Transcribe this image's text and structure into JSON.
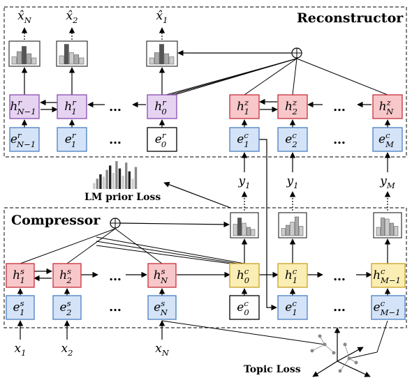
{
  "colors": {
    "hidden_purple_fill": "#e6d3f2",
    "hidden_purple_stroke": "#8a4cb0",
    "hidden_red_fill": "#f8c7c9",
    "hidden_red_stroke": "#c5303a",
    "hidden_yellow_fill": "#fbeeb5",
    "hidden_yellow_stroke": "#c9a227",
    "embed_blue_fill": "#d4e3f7",
    "embed_blue_stroke": "#4a7fc2",
    "line": "#000000",
    "dash_box": "#333333"
  },
  "labels": {
    "reconstructor": "Reconstructor",
    "compressor": "Compressor",
    "lm_prior_loss": "LM prior Loss",
    "topic_loss": "Topic Loss",
    "ellipsis": "…"
  },
  "reconstructor": {
    "outputs": [
      {
        "base": "x̂",
        "sub": "N"
      },
      {
        "base": "x̂",
        "sub": "2"
      },
      {
        "base": "x̂",
        "sub": "1"
      }
    ],
    "hidden_r": [
      {
        "base": "h",
        "sup": "r",
        "sub": "N−1"
      },
      {
        "base": "h",
        "sup": "r",
        "sub": "1"
      },
      {
        "base": "h",
        "sup": "r",
        "sub": "0"
      }
    ],
    "hidden_z": [
      {
        "base": "h",
        "sup": "z",
        "sub": "1"
      },
      {
        "base": "h",
        "sup": "z",
        "sub": "2"
      },
      {
        "base": "h",
        "sup": "z",
        "sub": "N"
      }
    ],
    "embed_r": [
      {
        "base": "e",
        "sup": "r",
        "sub": "N−1"
      },
      {
        "base": "e",
        "sup": "r",
        "sub": "1"
      },
      {
        "base": "e",
        "sup": "r",
        "sub": "0"
      }
    ],
    "embed_c": [
      {
        "base": "e",
        "sup": "c",
        "sub": "1"
      },
      {
        "base": "e",
        "sup": "c",
        "sub": "2"
      },
      {
        "base": "e",
        "sup": "c",
        "sub": "M"
      }
    ]
  },
  "summary": {
    "y": [
      {
        "base": "y",
        "sub": "1"
      },
      {
        "base": "y",
        "sub": "1"
      },
      {
        "base": "y",
        "sub": "M"
      }
    ]
  },
  "compressor": {
    "hidden_s": [
      {
        "base": "h",
        "sup": "s",
        "sub": "1"
      },
      {
        "base": "h",
        "sup": "s",
        "sub": "2"
      },
      {
        "base": "h",
        "sup": "s",
        "sub": "N"
      }
    ],
    "hidden_c": [
      {
        "base": "h",
        "sup": "c",
        "sub": "0"
      },
      {
        "base": "h",
        "sup": "c",
        "sub": "1"
      },
      {
        "base": "h",
        "sup": "c",
        "sub": "M−1"
      }
    ],
    "embed_s": [
      {
        "base": "e",
        "sup": "s",
        "sub": "1"
      },
      {
        "base": "e",
        "sup": "s",
        "sub": "2"
      },
      {
        "base": "e",
        "sup": "s",
        "sub": "N"
      }
    ],
    "embed_c": [
      {
        "base": "e",
        "sup": "c",
        "sub": "0"
      },
      {
        "base": "e",
        "sup": "c",
        "sub": "1"
      },
      {
        "base": "e",
        "sup": "c",
        "sub": "M−1"
      }
    ],
    "inputs": [
      {
        "base": "x",
        "sub": "1"
      },
      {
        "base": "x",
        "sub": "2"
      },
      {
        "base": "x",
        "sub": "N"
      }
    ]
  }
}
